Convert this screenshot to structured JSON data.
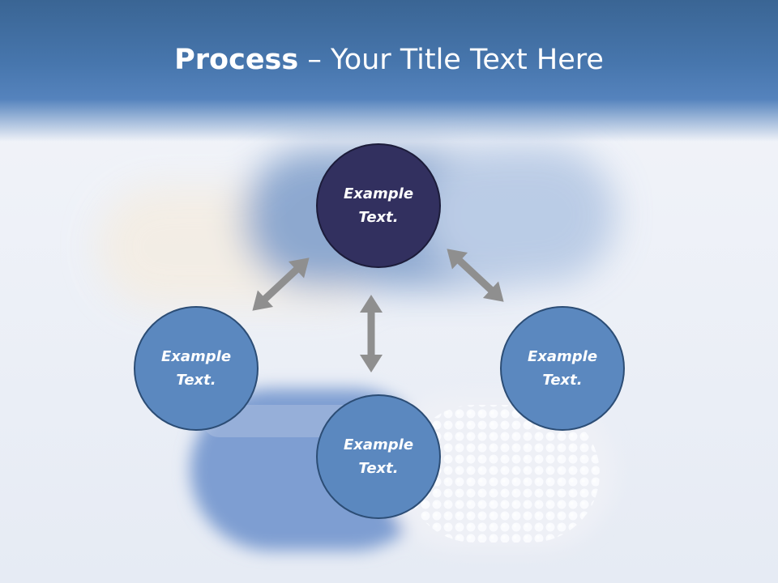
{
  "title": {
    "bold_part": "Process",
    "separator": " – ",
    "rest": "Your Title Text Here"
  },
  "nodes": {
    "top": "Example\nText.",
    "left": "Example\nText.",
    "right": "Example\nText.",
    "bottom": "Example\nText."
  },
  "colors": {
    "header_blue": "#4776ad",
    "node_light": "#5b88bf",
    "node_dark": "#32305f",
    "arrow_gray": "#8f8f8f"
  }
}
